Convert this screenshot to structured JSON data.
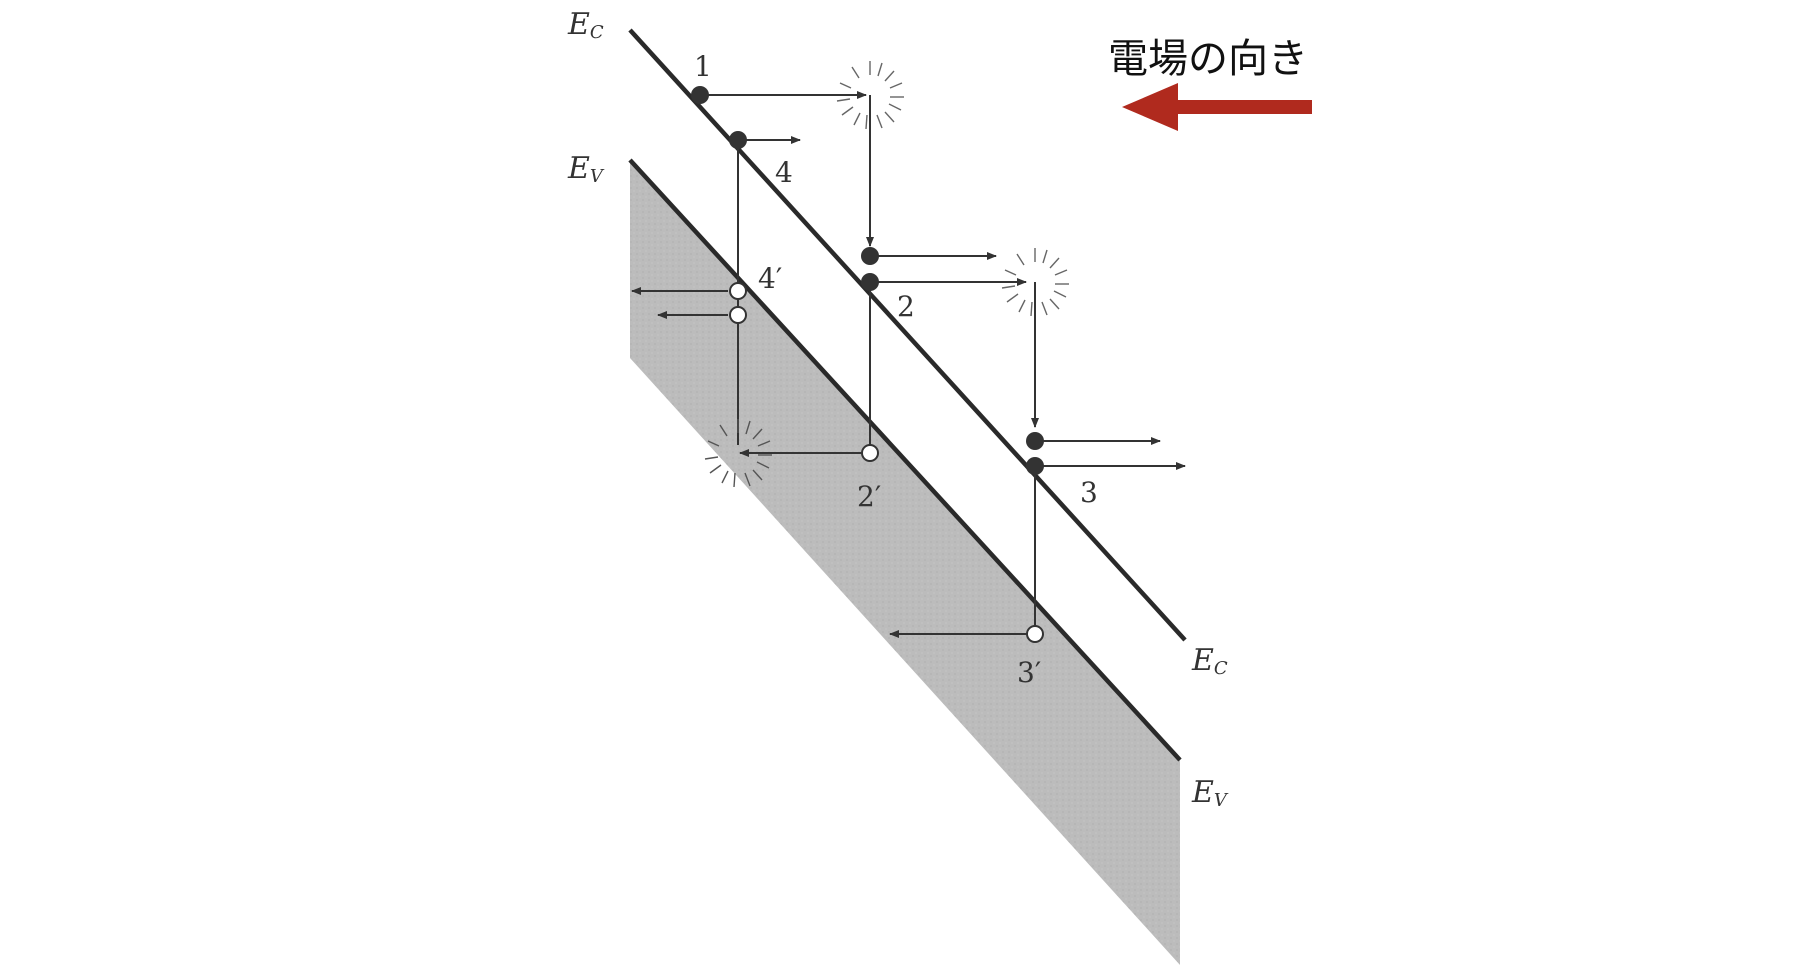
{
  "band_labels": {
    "ec_top": {
      "main": "E",
      "sub": "C"
    },
    "ev_top": {
      "main": "E",
      "sub": "V"
    },
    "ec_bottom": {
      "main": "E",
      "sub": "C"
    },
    "ev_bottom": {
      "main": "E",
      "sub": "V"
    }
  },
  "events": {
    "e1": "1",
    "e2": "2",
    "e3": "3",
    "e4": "4",
    "h2": "2′",
    "h3": "3′",
    "h4": "4′"
  },
  "field": {
    "label": "電場の向き",
    "arrow_color": "#b02a1e"
  },
  "colors": {
    "line": "#2a2a2a",
    "shade": "#bdbdbd",
    "electron": "#333333",
    "hole_fill": "#ffffff"
  }
}
